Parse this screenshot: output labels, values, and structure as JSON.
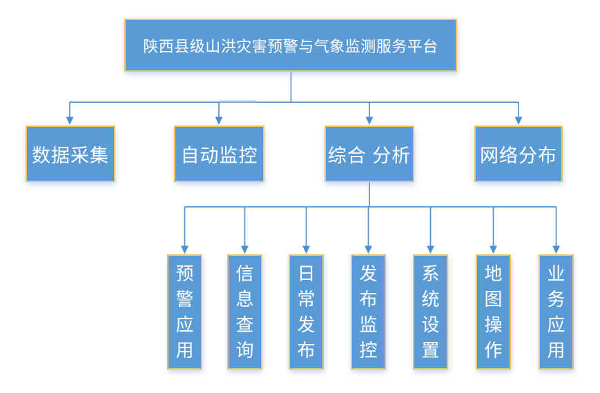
{
  "diagram": {
    "title": "陕西县级山洪灾害预警与气象监测服务平台",
    "root": {
      "label": "陕西县级山洪灾害预警与气象监测服务平台"
    },
    "level2": [
      {
        "label": "数据采集"
      },
      {
        "label": "自动监控"
      },
      {
        "label": "综合 分析"
      },
      {
        "label": "网络分布"
      }
    ],
    "level3": [
      {
        "label": "预警应用"
      },
      {
        "label": "信息查询"
      },
      {
        "label": "日常发布"
      },
      {
        "label": "发布监控"
      },
      {
        "label": "系统设置"
      },
      {
        "label": "地图操作"
      },
      {
        "label": "业务应用"
      }
    ],
    "colors": {
      "box_fill": "#5B9BD5",
      "box_border": "#E9C566",
      "text_color": "#FFFFFF",
      "line_color": "#4E8FD2"
    }
  }
}
